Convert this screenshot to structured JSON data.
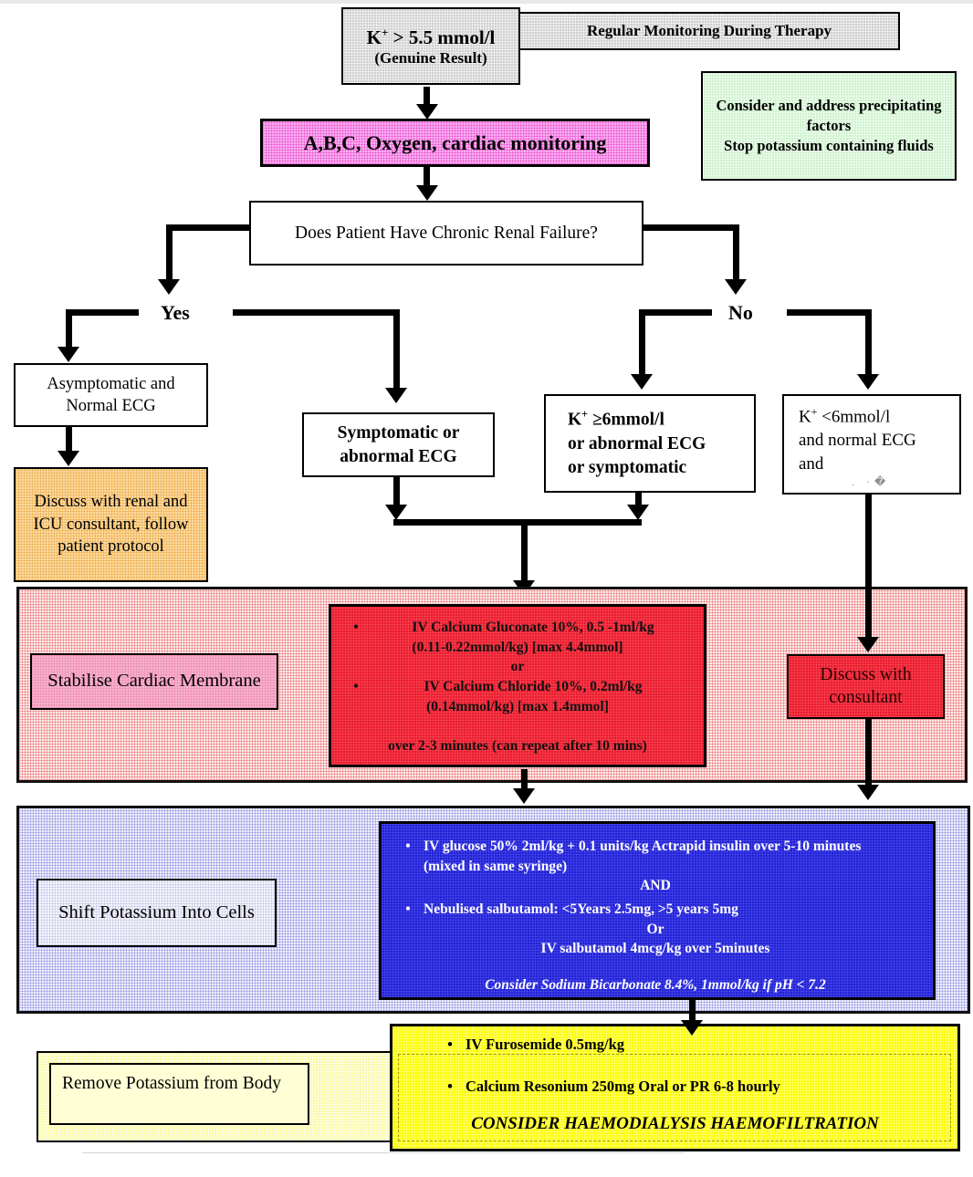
{
  "icons": {
    "bullet": "•"
  },
  "colors": {
    "accent_red": "#ec1b2e",
    "accent_blue": "#2222d8",
    "accent_yellow": "#fdfd05",
    "accent_green": "#cef3ce",
    "accent_pink": "#f9b0ef",
    "accent_orange": "#fbdba4",
    "box_gray": "#cfcfcf"
  },
  "nodes": {
    "k_high": {
      "k": "K",
      "sup": "+",
      "rest": " > 5.5 mmol/l",
      "line2": "(Genuine Result)"
    },
    "monitor": {
      "label": "Regular Monitoring During Therapy"
    },
    "precipitating": {
      "line1": "Consider and address precipitating factors",
      "line2": "Stop potassium containing fluids"
    },
    "abc": {
      "label": "A,B,C, Oxygen, cardiac monitoring"
    },
    "decision": {
      "label": "Does Patient Have Chronic Renal Failure?"
    },
    "yes": {
      "label": "Yes"
    },
    "no": {
      "label": "No"
    },
    "asymptomatic": {
      "label": "Asymptomatic and Normal ECG"
    },
    "renal_consult": {
      "label": "Discuss with renal and ICU consultant, follow patient protocol"
    },
    "symptomatic": {
      "label": "Symptomatic or abnormal ECG"
    },
    "k_ge6": {
      "k": "K",
      "sup": "+",
      "rest": " ≥6mmol/l",
      "line2": "or abnormal ECG",
      "line3": "or symptomatic"
    },
    "k_lt6": {
      "k": "K",
      "sup": "+",
      "rest": " <6mmol/l",
      "line2": "and normal ECG",
      "line3": "and",
      "faint": ".  ·�"
    },
    "stabilise": {
      "label": "Stabilise Cardiac Membrane"
    },
    "calcium": {
      "b1": "IV Calcium Gluconate 10%, 0.5 -1ml/kg",
      "b1b": "(0.11-0.22mmol/kg) [max 4.4mmol]",
      "or": "or",
      "b2": "IV Calcium Chloride 10%, 0.2ml/kg",
      "b2b": "(0.14mmol/kg) [max 1.4mmol]",
      "footer": "over 2-3 minutes (can repeat after 10 mins)"
    },
    "consultant": {
      "label": "Discuss with consultant"
    },
    "shift": {
      "label": "Shift Potassium Into Cells"
    },
    "glucose": {
      "b1": "IV glucose 50% 2ml/kg + 0.1 units/kg Actrapid insulin over 5-10 minutes (mixed in same syringe)",
      "and": "AND",
      "b2": "Nebulised salbutamol: <5Years 2.5mg, >5 years 5mg",
      "or": "Or",
      "iv": "IV salbutamol 4mcg/kg over 5minutes",
      "footer": "Consider Sodium Bicarbonate 8.4%, 1mmol/kg if pH < 7.2"
    },
    "remove": {
      "label": "Remove Potassium from Body"
    },
    "removal": {
      "b1": "IV Furosemide 0.5mg/kg",
      "b2": "Calcium Resonium 250mg Oral or PR 6-8 hourly",
      "footer": "CONSIDER HAEMODIALYSIS HAEMOFILTRATION"
    }
  }
}
